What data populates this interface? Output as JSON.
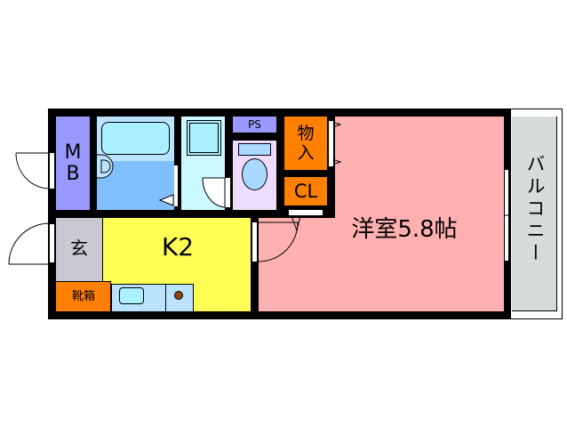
{
  "floorplan": {
    "rooms": {
      "mb": {
        "label_line1": "M",
        "label_line2": "B",
        "color": "#9999ff"
      },
      "bath": {
        "color_top": "#bbe3ff",
        "color_bottom": "#80bfff",
        "tub_color": "#aaf0ff"
      },
      "washroom": {
        "color": "#ccf8ff",
        "sink_color": "#aaf0ff"
      },
      "ps": {
        "label": "PS",
        "color": "#9999ff"
      },
      "toilet": {
        "color": "#eedcff",
        "fixture_color": "#aad8ff"
      },
      "storage": {
        "label_line1": "物",
        "label_line2": "入",
        "color": "#ff8000"
      },
      "closet": {
        "label": "CL",
        "color": "#ff8000"
      },
      "entrance": {
        "label": "玄",
        "color": "#c8c8d0"
      },
      "shoe_box": {
        "label": "靴箱",
        "color": "#ff8000"
      },
      "kitchen": {
        "label": "K2",
        "color": "#ffff55",
        "counter_color": "#bbe3ff",
        "stove_color": "#8b4513"
      },
      "western_room": {
        "label": "洋室5.8帖",
        "color": "#ffb0b0"
      },
      "balcony": {
        "label": "バルコニー",
        "color": "#d6dcdc"
      }
    }
  }
}
